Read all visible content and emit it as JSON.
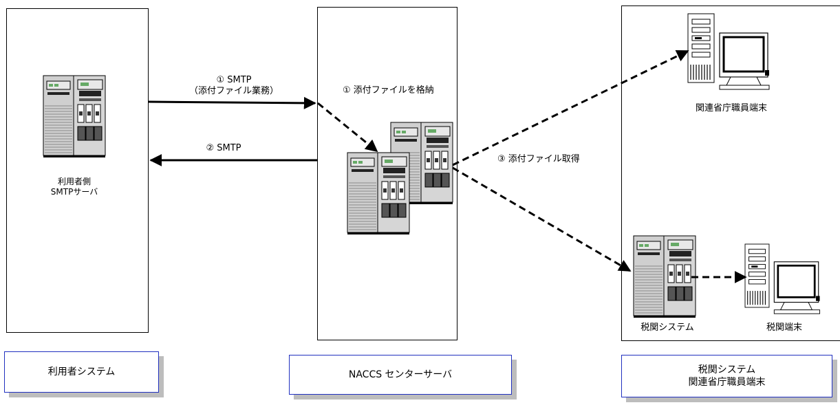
{
  "panels": {
    "user_system": {
      "server_label_line1": "利用者側",
      "server_label_line2": "SMTPサーバ",
      "caption": "利用者システム"
    },
    "naccs": {
      "caption": "NACCS センターサーバ"
    },
    "customs": {
      "terminal_label": "関連省庁職員端末",
      "server_label": "税関システム",
      "customs_terminal_label": "税関端末",
      "caption_line1": "税関システム",
      "caption_line2": "関連省庁職員端末"
    }
  },
  "flows": {
    "step1_line1": "① SMTP",
    "step1_line2": "（添付ファイル業務）",
    "step2": "② SMTP",
    "step1_store": "① 添付ファイルを格納",
    "step3": "③ 添付ファイル取得"
  },
  "colors": {
    "caption_border": "#1f2fbf",
    "caption_shadow": "#bdbdbd",
    "server_body": "#d9d9d9"
  }
}
